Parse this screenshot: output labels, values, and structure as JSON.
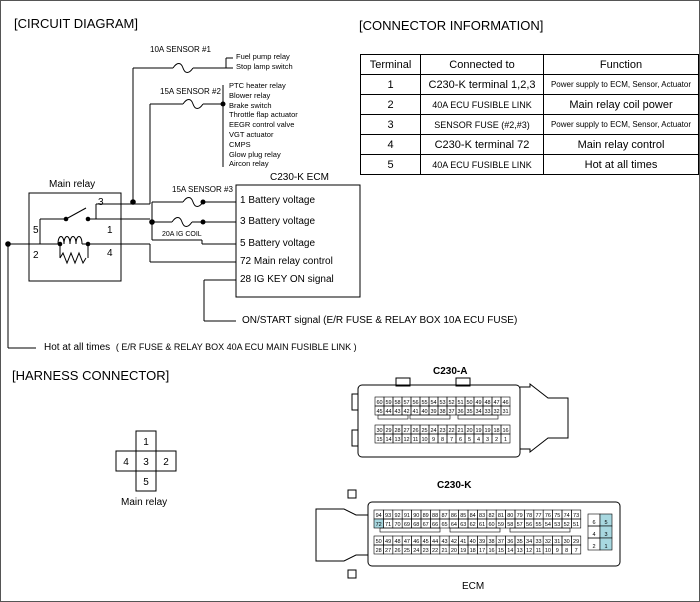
{
  "titles": {
    "circuit": "[CIRCUIT DIAGRAM]",
    "connector_info": "[CONNECTOR INFORMATION]",
    "harness": "[HARNESS CONNECTOR]"
  },
  "fuses": {
    "sensor1": "10A SENSOR #1",
    "sensor2": "15A SENSOR #2",
    "sensor3": "15A SENSOR #3",
    "ig_coil": "20A IG COIL"
  },
  "sensor1_loads": [
    "Fuel pump relay",
    "Stop lamp switch"
  ],
  "sensor2_loads": [
    "PTC heater relay",
    "Blower relay",
    "Brake switch",
    "Throttle flap actuator",
    "EEGR control valve",
    "VGT actuator",
    "CMPS",
    "Glow plug relay",
    "Aircon relay"
  ],
  "main_relay": {
    "title": "Main relay",
    "pins": [
      "3",
      "1",
      "5",
      "2",
      "4"
    ]
  },
  "ecm": {
    "title": "C230-K ECM",
    "pins": [
      "1 Battery voltage",
      "3 Battery voltage",
      "5 Battery voltage",
      "72 Main relay control",
      "28 IG KEY ON signal"
    ]
  },
  "signals": {
    "on_start": "ON/START signal (E/R FUSE & RELAY BOX 10A ECU FUSE)",
    "hot": "Hot at all times",
    "hot_detail": "( E/R FUSE & RELAY BOX 40A ECU MAIN FUSIBLE LINK )"
  },
  "table": {
    "headers": [
      "Terminal",
      "Connected to",
      "Function"
    ],
    "rows": [
      {
        "terminal": "1",
        "connected": "C230-K  terminal 1,2,3",
        "function": "Power supply to ECM, Sensor, Actuator"
      },
      {
        "terminal": "2",
        "connected": "40A ECU FUSIBLE LINK",
        "function": "Main relay coil power"
      },
      {
        "terminal": "3",
        "connected": "SENSOR FUSE (#2,#3)",
        "function": "Power supply to ECM, Sensor, Actuator"
      },
      {
        "terminal": "4",
        "connected": "C230-K terminal 72",
        "function": "Main relay control"
      },
      {
        "terminal": "5",
        "connected": "40A ECU FUSIBLE LINK",
        "function": "Hot at all times"
      }
    ]
  },
  "harness": {
    "relay_pins": [
      "1",
      "4",
      "3",
      "2",
      "5"
    ],
    "relay_label": "Main relay",
    "conn_a_label": "C230-A",
    "conn_k_label": "C230-K",
    "ecm_label": "ECM",
    "conn_a_rows": [
      [
        "60",
        "59",
        "58",
        "57",
        "56",
        "55",
        "54",
        "53",
        "52",
        "51",
        "50",
        "49",
        "48",
        "47",
        "46"
      ],
      [
        "45",
        "44",
        "43",
        "42",
        "41",
        "40",
        "39",
        "38",
        "37",
        "36",
        "35",
        "34",
        "33",
        "32",
        "31"
      ],
      [
        "30",
        "29",
        "28",
        "27",
        "26",
        "25",
        "24",
        "23",
        "22",
        "21",
        "20",
        "19",
        "19",
        "18",
        "16"
      ],
      [
        "15",
        "14",
        "13",
        "12",
        "11",
        "10",
        "9",
        "8",
        "7",
        "6",
        "5",
        "4",
        "3",
        "2",
        "1"
      ]
    ],
    "conn_k_rows": [
      [
        "94",
        "93",
        "92",
        "91",
        "90",
        "89",
        "88",
        "87",
        "86",
        "85",
        "84",
        "83",
        "82",
        "81",
        "80",
        "79",
        "78",
        "77",
        "76",
        "75",
        "74",
        "73"
      ],
      [
        "72",
        "71",
        "70",
        "69",
        "68",
        "67",
        "66",
        "65",
        "64",
        "63",
        "62",
        "61",
        "60",
        "59",
        "58",
        "57",
        "56",
        "55",
        "54",
        "53",
        "52",
        "51"
      ],
      [
        "50",
        "49",
        "48",
        "47",
        "46",
        "45",
        "44",
        "43",
        "42",
        "41",
        "40",
        "39",
        "38",
        "37",
        "36",
        "35",
        "34",
        "33",
        "32",
        "31",
        "30",
        "29"
      ],
      [
        "28",
        "27",
        "26",
        "25",
        "24",
        "23",
        "22",
        "21",
        "20",
        "19",
        "18",
        "17",
        "16",
        "15",
        "14",
        "13",
        "12",
        "11",
        "10",
        "9",
        "8",
        "7"
      ]
    ],
    "conn_k_side": [
      [
        "6",
        "5"
      ],
      [
        "4",
        "3"
      ],
      [
        "2",
        "1"
      ]
    ],
    "highlight_color": "#a8d8e0"
  }
}
